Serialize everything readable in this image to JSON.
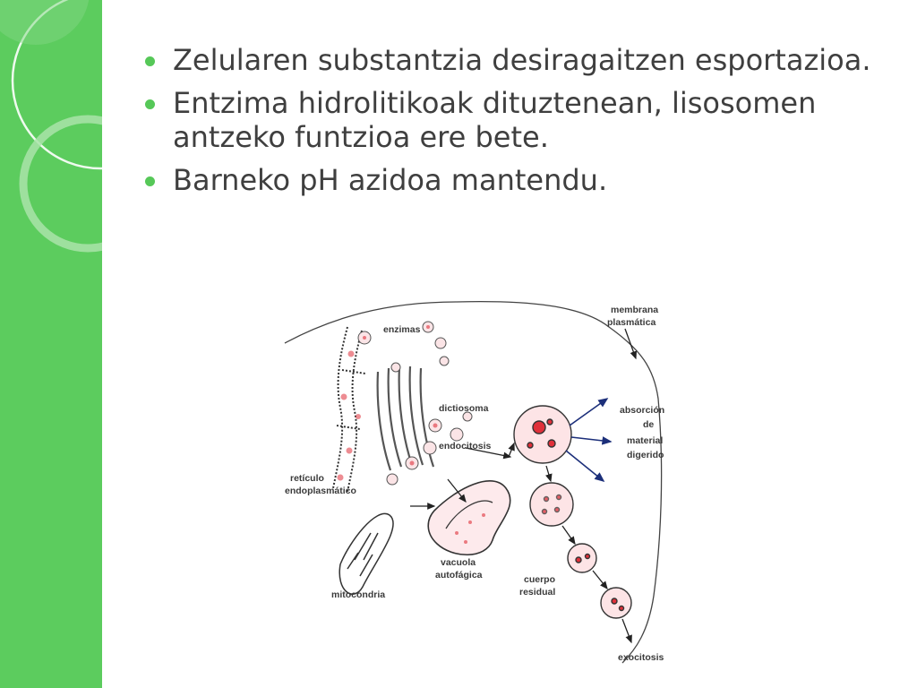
{
  "bullets": [
    "Zelularen substantzia desiragaitzen esportazioa.",
    "Entzima hidrolitikoak dituztenean, lisosomen antzeko funtzioa ere bete.",
    "Barneko pH azidoa mantendu."
  ],
  "diagram": {
    "labels": {
      "enzimas": "enzimas",
      "membrana_1": "membrana",
      "membrana_2": "plasmática",
      "dictiosoma": "dictiosoma",
      "absorcion_1": "absorción",
      "absorcion_2": "de",
      "absorcion_3": "material",
      "absorcion_4": "digerido",
      "endocitosis": "endocitosis",
      "reticulo_1": "retículo",
      "reticulo_2": "endoplasmático",
      "vacuola_1": "vacuola",
      "vacuola_2": "autofágica",
      "cuerpo_1": "cuerpo",
      "cuerpo_2": "residual",
      "mitocondria": "mitocondria",
      "exocitosis": "exocitosis"
    }
  },
  "colors": {
    "sidebar": "#5ccc5e",
    "bullet": "#56c858",
    "text": "#3f3f3f",
    "lysosome": "#e0303a"
  }
}
